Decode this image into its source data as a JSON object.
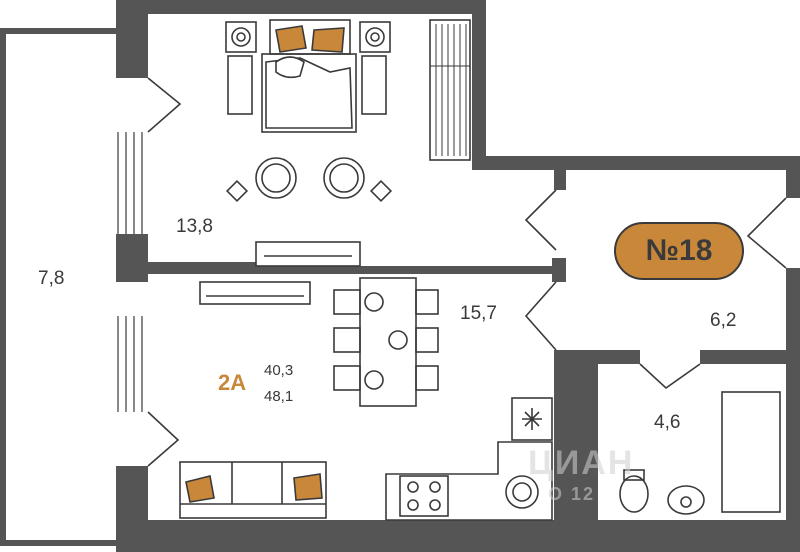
{
  "rooms": {
    "balcony_area": "7,8",
    "bedroom_area": "13,8",
    "living_area": "15,7",
    "hall_area": "6,2",
    "bath_area": "4,6"
  },
  "apartment": {
    "type": "2А",
    "area_living": "40,3",
    "area_total": "48,1",
    "number": "№18"
  },
  "watermark": {
    "text": "ЦИАН",
    "sub": "О 12"
  },
  "colors": {
    "wall": "#555555",
    "accent": "#c9873a",
    "line": "#3a3a3a"
  }
}
